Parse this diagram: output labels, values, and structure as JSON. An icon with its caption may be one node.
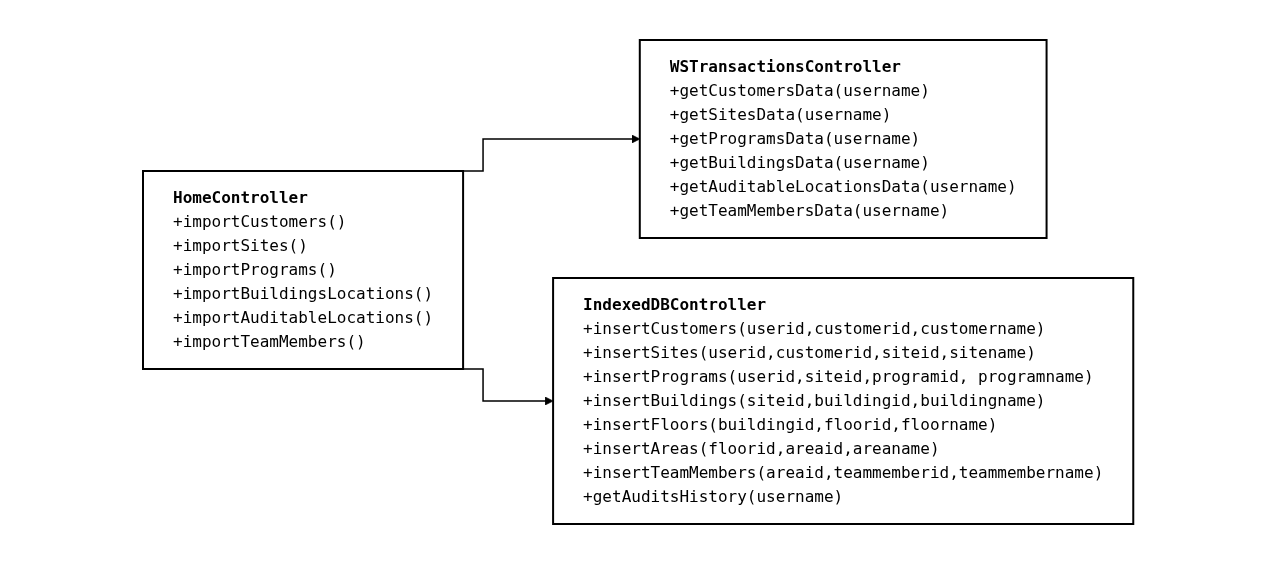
{
  "diagram": {
    "nodes": [
      {
        "text": [
          "HomeController",
          "+importCustomers()",
          "+importSites()",
          "+importPrograms()",
          "+importBuildingsLocations()",
          "+importAuditableLocations()",
          "+importTeamMembers()"
        ]
      },
      {
        "text": [
          "WSTransactionsController",
          "+getCustomersData(username)",
          "+getSitesData(username)",
          "+getProgramsData(username)",
          "+getBuildingsData(username)",
          "+getAuditableLocationsData(username)",
          "+getTeamMembersData(username)"
        ]
      },
      {
        "text": [
          "IndexedDBController",
          "+insertCustomers(userid,customerid,customername)",
          "+insertSites(userid,customerid,siteid,sitename)",
          "+insertPrograms(userid,siteid,programid, programname)",
          "+insertBuildings(siteid,buildingid,buildingname)",
          "+insertFloors(buildingid,floorid,floorname)",
          "+insertAreas(floorid,areaid,areaname)",
          "+insertTeamMembers(areaid,teammemberid,teammembername)",
          "+getAuditsHistory(username)"
        ]
      }
    ],
    "edges": [
      {
        "from": 0,
        "to": 1,
        "arrow": "to"
      },
      {
        "from": 0,
        "to": 2,
        "arrow": "to"
      }
    ]
  }
}
